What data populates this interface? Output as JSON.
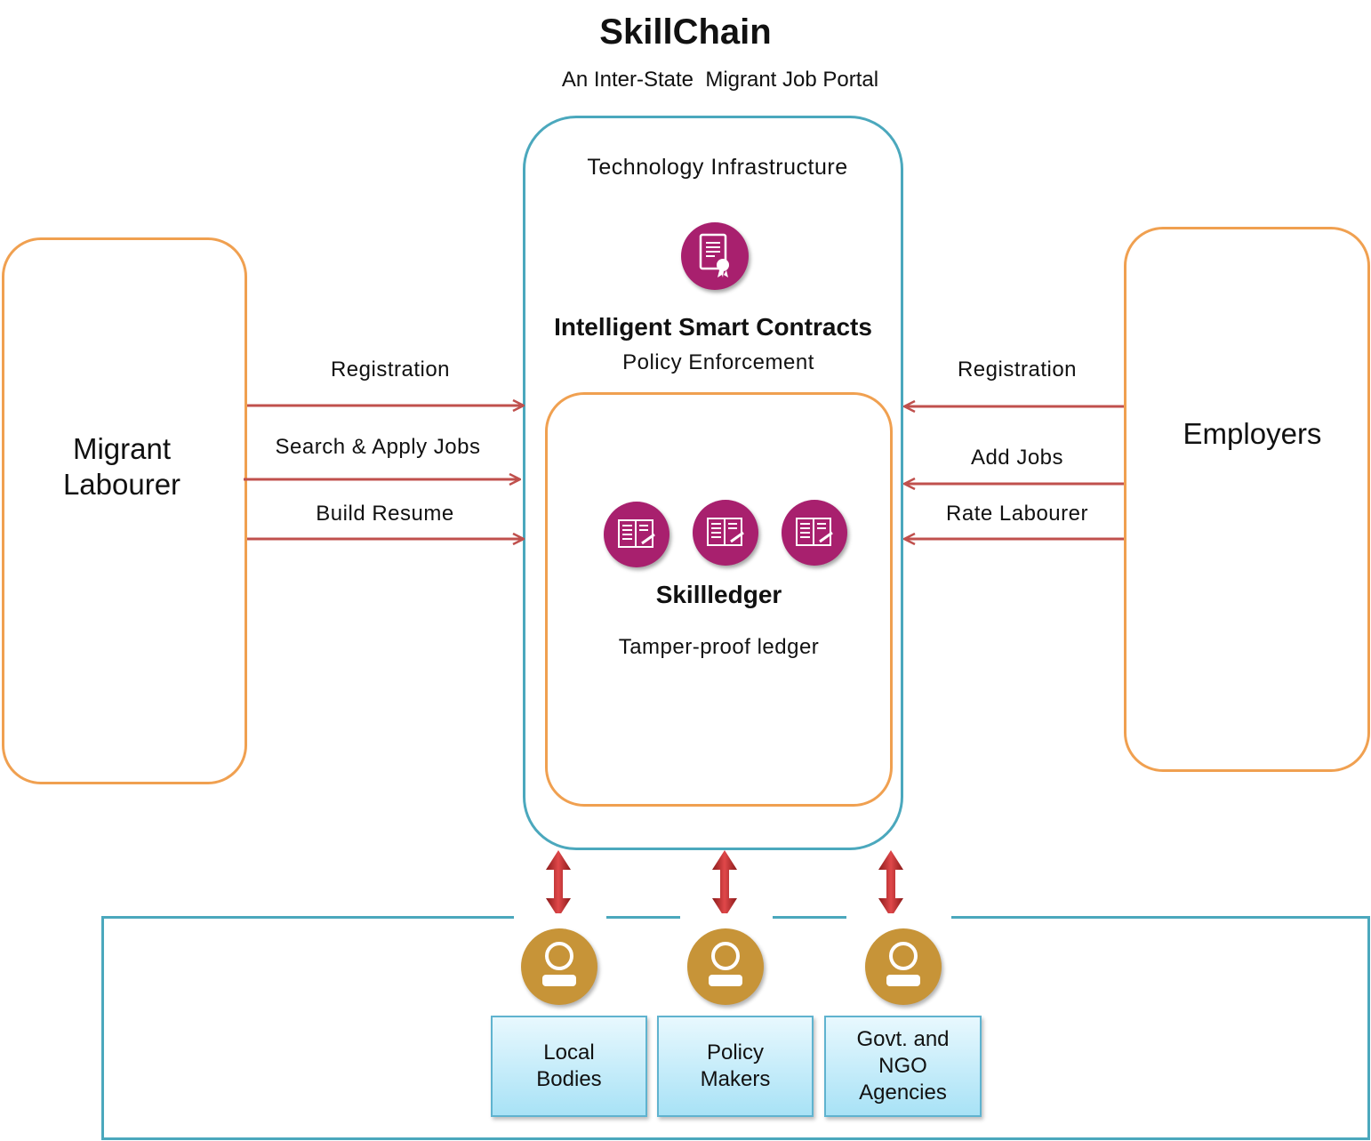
{
  "header": {
    "title": "SkillChain",
    "subtitle": "An Inter-State  Migrant Job Portal"
  },
  "actors": {
    "left": "Migrant\nLabourer",
    "right": "Employers"
  },
  "platform": {
    "infrastructure_label": "Technology Infrastructure",
    "contracts_title": "Intelligent Smart Contracts",
    "contracts_subtitle": "Policy Enforcement",
    "ledger_title": "Skillledger",
    "ledger_subtitle": "Tamper-proof ledger"
  },
  "left_flows": [
    "Registration",
    "Search & Apply Jobs",
    "Build Resume"
  ],
  "right_flows": [
    "Registration",
    "Add Jobs",
    "Rate Labourer"
  ],
  "stakeholders": [
    "Local\nBodies",
    "Policy\nMakers",
    "Govt. and\nNGO\nAgencies"
  ],
  "colors": {
    "arrow": "#c0504d",
    "orange_border": "#f0a050",
    "teal_border": "#4ba8bd",
    "icon_magenta": "#a8206e",
    "icon_gold": "#c79438"
  },
  "icons": {
    "contract": "certificate-document-icon",
    "ledger": "ledger-book-icon",
    "user": "user-icon"
  }
}
